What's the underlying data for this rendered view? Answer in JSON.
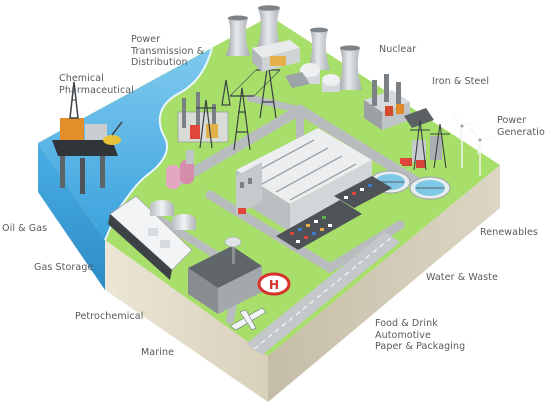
{
  "labels": {
    "power_td": "Power\nTransmission &\nDistribution",
    "nuclear": "Nuclear",
    "chemical": "Chemical\nPharmaceutical",
    "iron_steel": "Iron & Steel",
    "power_gen": "Power\nGeneration",
    "oil_gas": "Oil & Gas",
    "renewables": "Renewables",
    "gas_storage": "Gas Storage",
    "water_waste": "Water & Waste",
    "petrochemical": "Petrochemical",
    "food_auto_paper": "Food & Drink\nAutomotive\nPaper & Packaging",
    "marine": "Marine"
  },
  "helipad_letter": "H",
  "colors": {
    "ground": "#a8df6a",
    "ground_side_left": "#e1dac6",
    "ground_side_front": "#cbc3ad",
    "water": "#5cb7e6",
    "road": "#b8bcbe",
    "label_text": "#555a5e"
  }
}
